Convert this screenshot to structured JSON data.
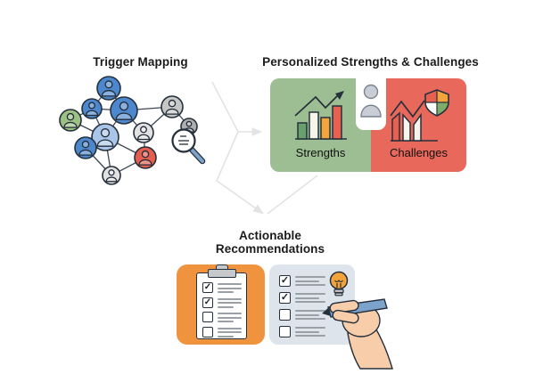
{
  "colors": {
    "heading": "#1b1b1b",
    "arrow": "#e3e3e3",
    "panel_green": "#9dbe92",
    "panel_red": "#e8695b",
    "panel_orange": "#f0933f",
    "panel_light": "#dde4eb",
    "node_blue": "#4d87cd",
    "node_light_blue": "#a9c6e8",
    "node_green": "#9cc183",
    "node_red": "#e55d4e",
    "node_gray": "#c6c6c6",
    "node_gray_light": "#e2e2e2",
    "node_gray_dark": "#aeaeae",
    "bar_green": "#68a06d",
    "bar_white": "#f7f4ea",
    "bar_orange": "#f5a43c",
    "bar_red": "#e8604f",
    "shield_green": "#7ead6a",
    "pen_blue": "#7ba3cc",
    "skin": "#f8cdaa",
    "bulb_orange": "#f3a33b"
  },
  "sections": {
    "trigger_mapping": {
      "title": "Trigger Mapping"
    },
    "personalized": {
      "title": "Personalized Strengths & Challenges",
      "strengths_label": "Strengths",
      "challenges_label": "Challenges"
    },
    "recommendations": {
      "title_line1": "Actionable",
      "title_line2": "Recommendations"
    }
  },
  "checklists": {
    "check_glyph": "✓",
    "clipboard": {
      "items": [
        {
          "checked": true
        },
        {
          "checked": true
        },
        {
          "checked": false
        },
        {
          "checked": false
        }
      ]
    },
    "notes": {
      "items": [
        {
          "checked": true
        },
        {
          "checked": true
        },
        {
          "checked": false
        },
        {
          "checked": false
        }
      ]
    }
  },
  "network": {
    "nodes": [
      {
        "id": "person-1",
        "color": "node_blue",
        "icon": "person-icon"
      },
      {
        "id": "person-2",
        "color": "node_blue",
        "icon": "person-icon"
      },
      {
        "id": "person-3",
        "color": "node_green",
        "icon": "person-icon"
      },
      {
        "id": "person-4",
        "color": "node_blue",
        "icon": "person-icon"
      },
      {
        "id": "person-5",
        "color": "node_light_blue",
        "icon": "person-icon"
      },
      {
        "id": "person-6",
        "color": "node_blue",
        "icon": "person-icon"
      },
      {
        "id": "person-7",
        "color": "node_gray_light",
        "icon": "person-icon"
      },
      {
        "id": "person-8",
        "color": "node_red",
        "icon": "person-icon"
      },
      {
        "id": "person-9",
        "color": "node_gray_light",
        "icon": "person-icon"
      },
      {
        "id": "person-10",
        "color": "node_gray",
        "icon": "person-icon"
      },
      {
        "id": "person-11",
        "color": "node_gray_dark",
        "icon": "person-icon"
      }
    ],
    "edges": [
      [
        0,
        1
      ],
      [
        0,
        3
      ],
      [
        1,
        2
      ],
      [
        1,
        3
      ],
      [
        1,
        4
      ],
      [
        2,
        4
      ],
      [
        3,
        4
      ],
      [
        3,
        6
      ],
      [
        3,
        9
      ],
      [
        4,
        5
      ],
      [
        4,
        7
      ],
      [
        4,
        8
      ],
      [
        5,
        8
      ],
      [
        6,
        7
      ],
      [
        7,
        8
      ],
      [
        6,
        9
      ],
      [
        9,
        10
      ]
    ]
  },
  "icons": {
    "magnifier": "magnifier-search-icon",
    "strengths": "bar-chart-growth-icon",
    "challenges": "line-chart-icon",
    "shield": "shield-icon",
    "person_between_panels": "person-icon",
    "clipboard": "clipboard-checklist-icon",
    "lightbulb": "lightbulb-icon",
    "hand": "hand-writing-pen-icon"
  }
}
